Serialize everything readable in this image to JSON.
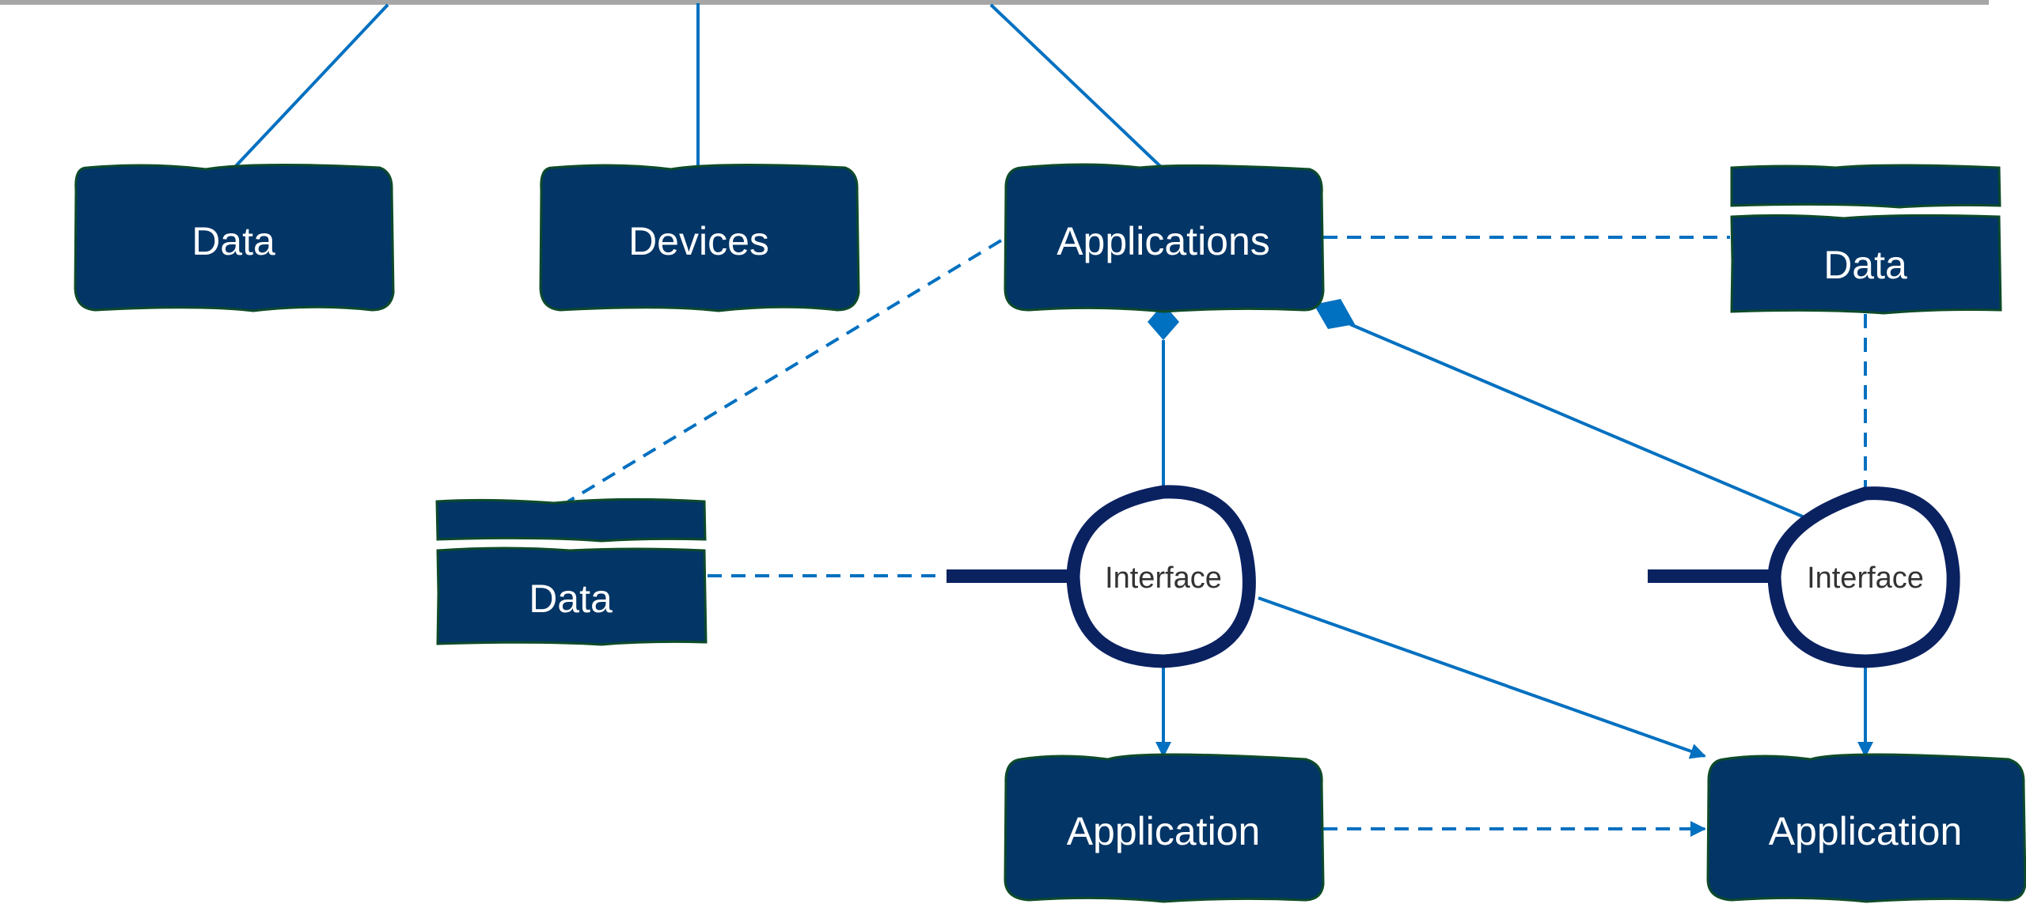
{
  "diagram": {
    "type": "architecture-relationship-diagram",
    "colors": {
      "node_fill": "#033566",
      "node_outline": "#0d4a2a",
      "connector": "#0070c0",
      "interface_ring": "#0b2261",
      "interface_text": "#333333",
      "top_bar": "#a6a6a6"
    },
    "nodes": [
      {
        "id": "data-top-left",
        "kind": "box",
        "label": "Data"
      },
      {
        "id": "devices",
        "kind": "box",
        "label": "Devices"
      },
      {
        "id": "applications",
        "kind": "box",
        "label": "Applications"
      },
      {
        "id": "data-right",
        "kind": "datastore",
        "label": "Data"
      },
      {
        "id": "data-middle",
        "kind": "datastore",
        "label": "Data"
      },
      {
        "id": "interface-1",
        "kind": "interface",
        "label": "Interface"
      },
      {
        "id": "interface-2",
        "kind": "interface",
        "label": "Interface"
      },
      {
        "id": "application-1",
        "kind": "box",
        "label": "Application"
      },
      {
        "id": "application-2",
        "kind": "box",
        "label": "Application"
      }
    ],
    "edges": [
      {
        "from": "top-bar",
        "to": "data-top-left",
        "style": "solid"
      },
      {
        "from": "top-bar",
        "to": "devices",
        "style": "solid"
      },
      {
        "from": "top-bar",
        "to": "applications",
        "style": "solid"
      },
      {
        "from": "applications",
        "to": "data-right",
        "style": "dashed"
      },
      {
        "from": "applications",
        "to": "data-middle",
        "style": "dashed"
      },
      {
        "from": "applications",
        "to": "interface-1",
        "style": "solid",
        "marker": "diamond-at-source"
      },
      {
        "from": "applications",
        "to": "interface-2",
        "style": "solid",
        "marker": "diamond-at-source"
      },
      {
        "from": "data-right",
        "to": "interface-2",
        "style": "dashed"
      },
      {
        "from": "data-middle",
        "to": "interface-1",
        "style": "dashed"
      },
      {
        "from": "interface-1",
        "to": "application-1",
        "style": "solid",
        "marker": "arrow"
      },
      {
        "from": "interface-1",
        "to": "application-2",
        "style": "solid",
        "marker": "arrow"
      },
      {
        "from": "interface-2",
        "to": "application-2",
        "style": "solid",
        "marker": "arrow"
      },
      {
        "from": "application-1",
        "to": "application-2",
        "style": "dashed",
        "marker": "arrow"
      }
    ]
  }
}
